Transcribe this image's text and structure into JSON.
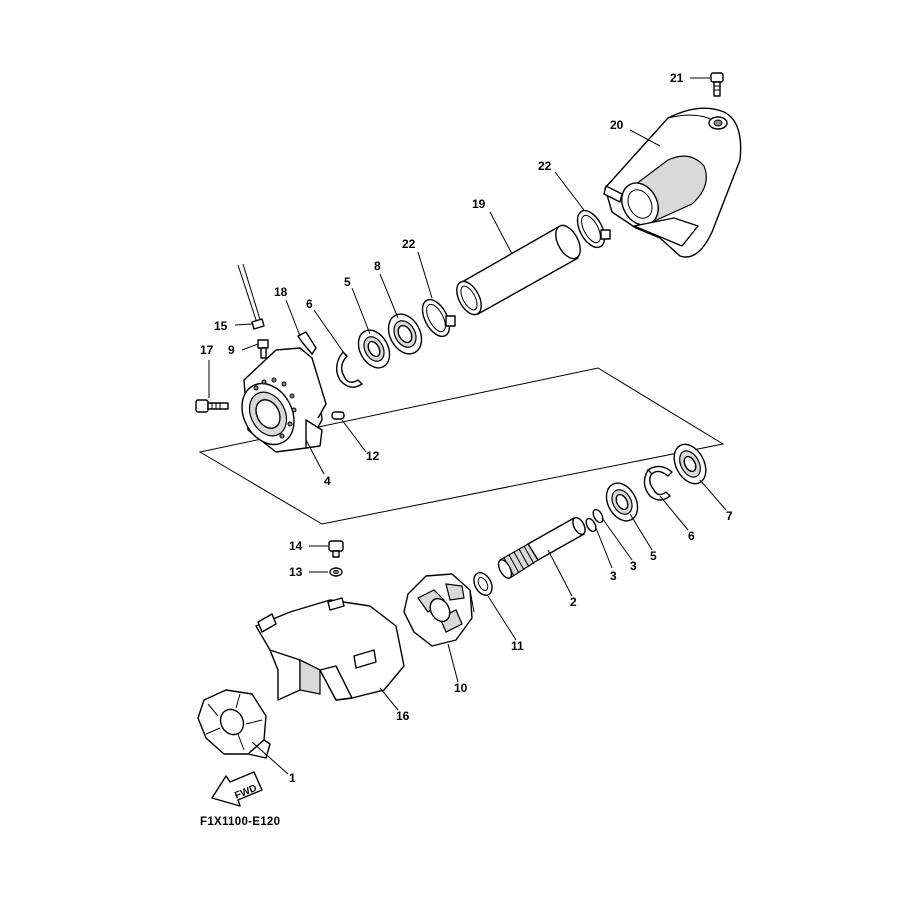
{
  "diagram": {
    "code": "F1X1100-E120",
    "fwd_label": "FWD",
    "callouts": {
      "c1": "1",
      "c2": "2",
      "c3a": "3",
      "c3b": "3",
      "c4": "4",
      "c5a": "5",
      "c5b": "5",
      "c6a": "6",
      "c6b": "6",
      "c7": "7",
      "c8": "8",
      "c9": "9",
      "c10": "10",
      "c11": "11",
      "c12": "12",
      "c13": "13",
      "c14": "14",
      "c15": "15",
      "c16": "16",
      "c17": "17",
      "c18": "18",
      "c19": "19",
      "c20": "20",
      "c21": "21",
      "c22a": "22",
      "c22b": "22"
    }
  }
}
